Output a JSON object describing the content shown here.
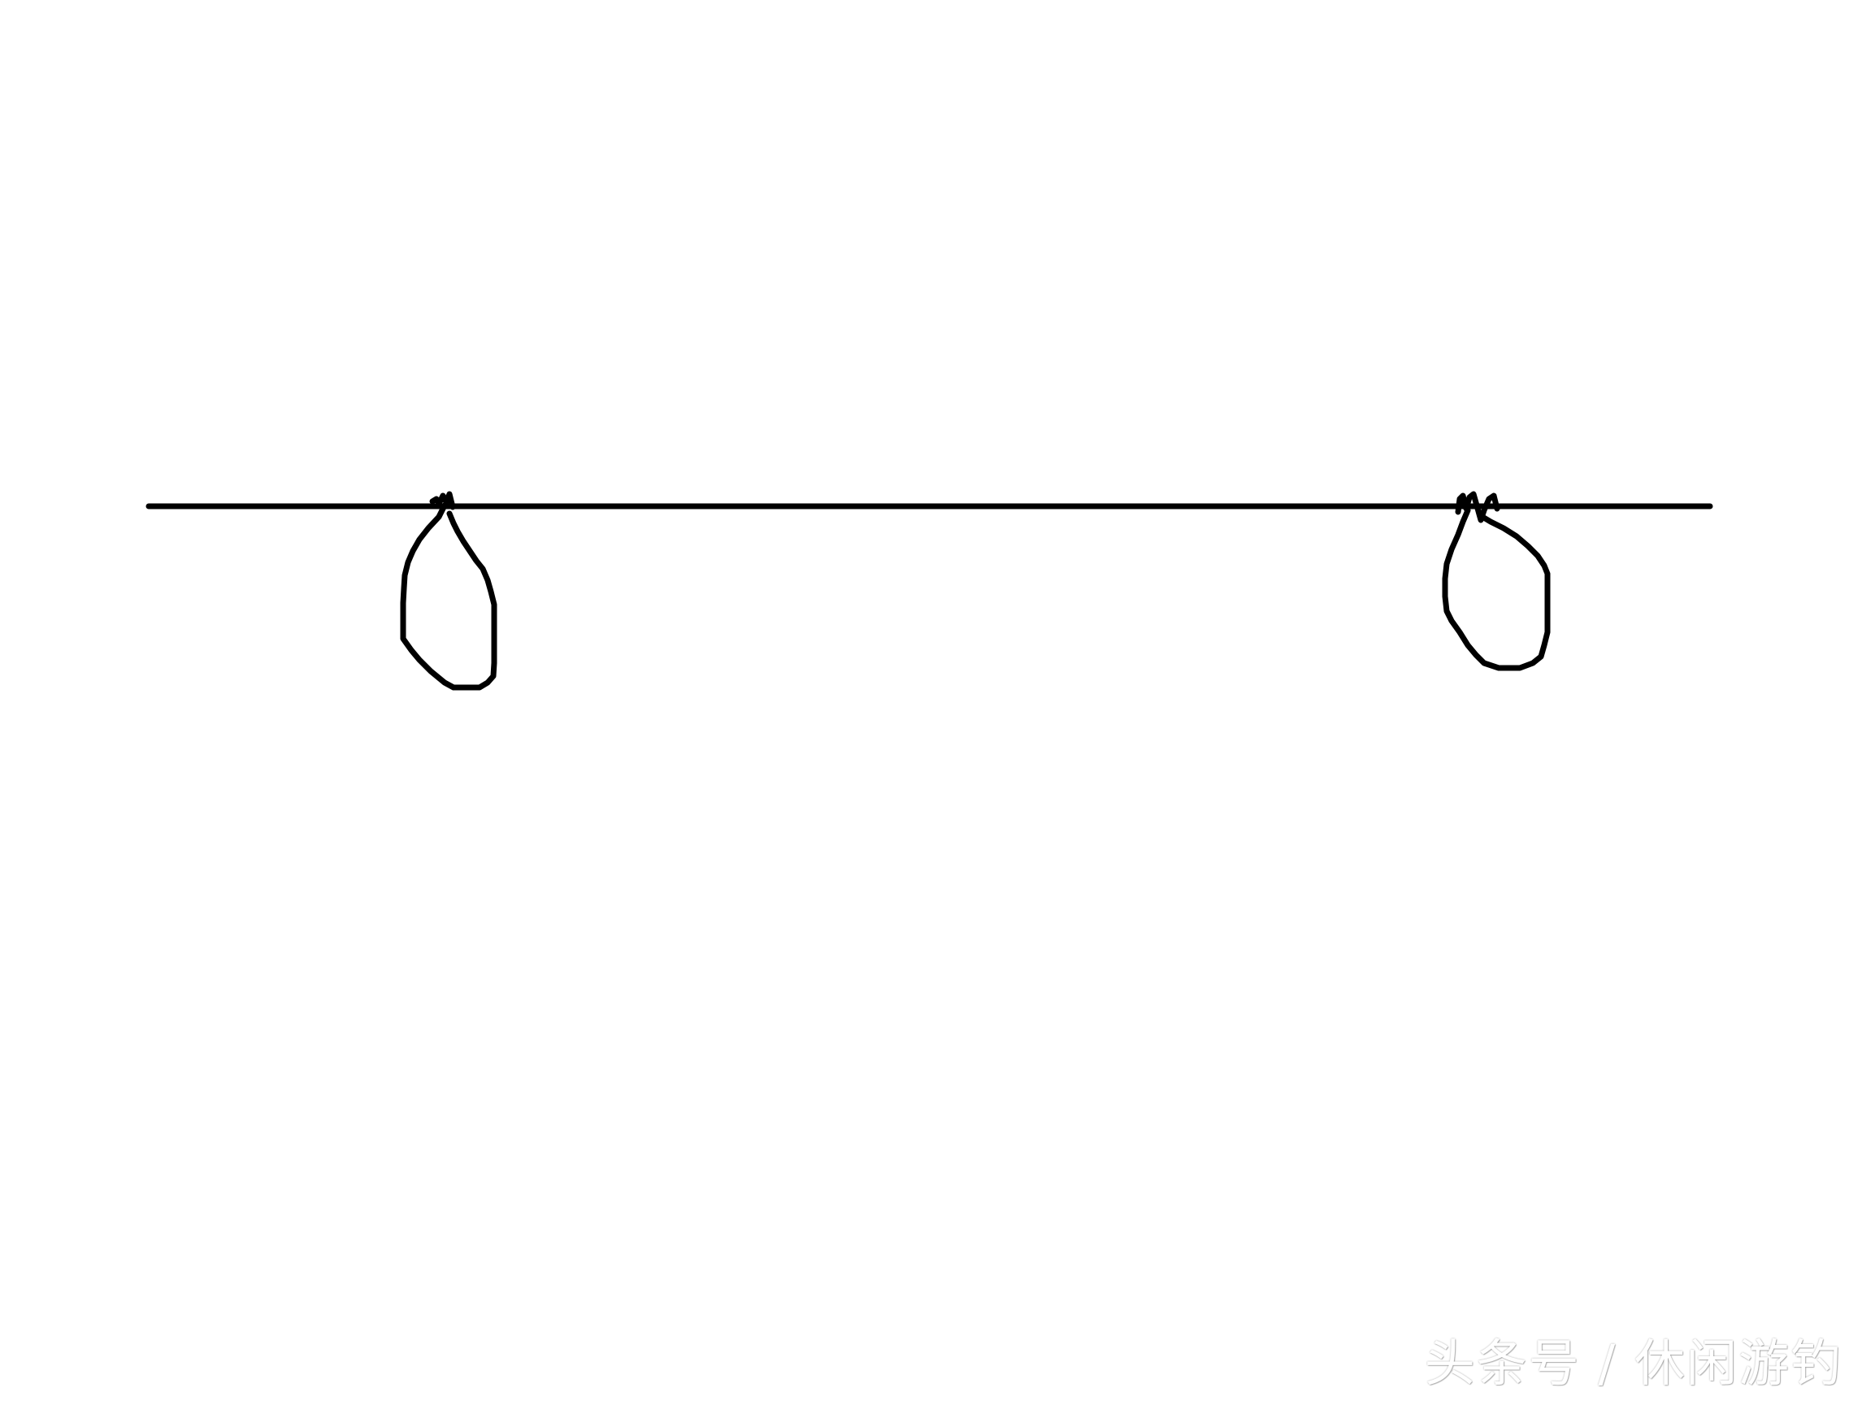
{
  "watermark": {
    "text": "头条号 / 休闲游钓"
  },
  "colors": {
    "background": "#ffffff",
    "ink": "#000000",
    "watermark": "#ffffff"
  },
  "diagram": {
    "elements": [
      "fishing-line",
      "left-loop-knot",
      "right-loop-knot"
    ]
  }
}
